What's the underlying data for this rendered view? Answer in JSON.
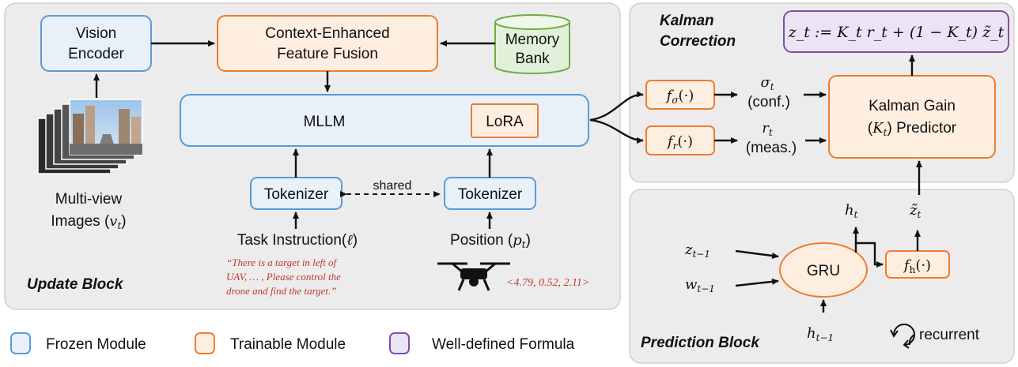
{
  "update_block": {
    "title": "Update Block",
    "vision_encoder": [
      "Vision",
      "Encoder"
    ],
    "fusion": [
      "Context-Enhanced",
      "Feature Fusion"
    ],
    "memory_bank": [
      "Memory",
      "Bank"
    ],
    "mllm": "MLLM",
    "lora": "LoRA",
    "tokenizer_left": "Tokenizer",
    "tokenizer_right": "Tokenizer",
    "shared": "shared",
    "images_label": [
      "Multi-view",
      "Images ("
    ],
    "images_var": "v",
    "images_sub": "t",
    "task_label": "Task Instruction(",
    "task_var": "ℓ",
    "task_quote": [
      "“There is a target in left of",
      "UAV, … , Please control the",
      "drone and find the target.”"
    ],
    "position_label": "Position (",
    "position_var": "p",
    "position_sub": "t",
    "position_value": "<4.79, 0.52, 2.11>"
  },
  "kalman": {
    "title": [
      "Kalman",
      "Correction"
    ],
    "formula": "z_t := K_t r_t + (1 − K_t) z̃_t",
    "f_sigma": "f",
    "f_sigma_sub": "σ",
    "f_r": "f",
    "f_r_sub": "r",
    "fn_arg": "(·)",
    "sigma_var": "σ",
    "sigma_sub": "t",
    "sigma_note": "(conf.)",
    "r_var": "r",
    "r_sub": "t",
    "r_note": "(meas.)",
    "gain_line1": "Kalman Gain",
    "gain_line2_pre": "(",
    "gain_var": "K",
    "gain_sub": "t",
    "gain_line2_post": ") Predictor"
  },
  "prediction": {
    "title": "Prediction Block",
    "gru": "GRU",
    "z_prev": "z",
    "z_prev_sub": "t−1",
    "w_prev": "w",
    "w_prev_sub": "t−1",
    "h_prev": "h",
    "h_prev_sub": "t−1",
    "h_t": "h",
    "h_t_sub": "t",
    "z_tilde": "z̃",
    "z_tilde_sub": "t",
    "f_h": "f",
    "f_h_sub": "h",
    "recurrent": "recurrent"
  },
  "legend": {
    "frozen": "Frozen Module",
    "trainable": "Trainable Module",
    "formula": "Well-defined Formula"
  },
  "colors": {
    "frozen_fill": "#e8f0fa",
    "frozen_stroke": "#5b9bd5",
    "trainable_fill": "#fdeee0",
    "trainable_stroke": "#ed7d31",
    "formula_fill": "#ece4f4",
    "formula_stroke": "#7f4fa6",
    "quote": "#c0392b"
  },
  "icons": [
    "drone-icon",
    "recurrent-icon",
    "image-stack-icon"
  ]
}
